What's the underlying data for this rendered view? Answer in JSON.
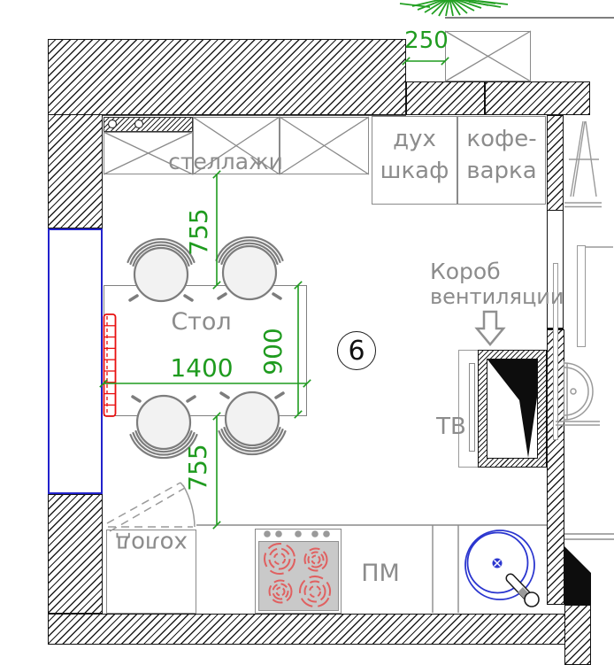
{
  "plan": {
    "room_number": "6",
    "labels": {
      "shelving": "стеллажи",
      "oven_line1": "дух",
      "oven_line2": "шкаф",
      "coffee_line1": "кофе-",
      "coffee_line2": "варка",
      "vent_line1": "Короб",
      "vent_line2": "вентиляции",
      "tv": "ТВ",
      "table": "Стол",
      "fridge": "холод",
      "dishwasher": "ПМ"
    },
    "dimensions_mm": {
      "balcony_offset": "250",
      "shelving_to_table": "755",
      "table_length": "1400",
      "table_width": "900",
      "table_to_counter": "755"
    },
    "colors": {
      "dimension_green": "#1f9b1f",
      "window_blue": "#2222cc",
      "sink_blue": "#2a35cf",
      "radiator_red": "#e81010",
      "burner_red": "#e06060",
      "plant_green": "#22a022",
      "label_gray": "#8c8c8c"
    }
  }
}
